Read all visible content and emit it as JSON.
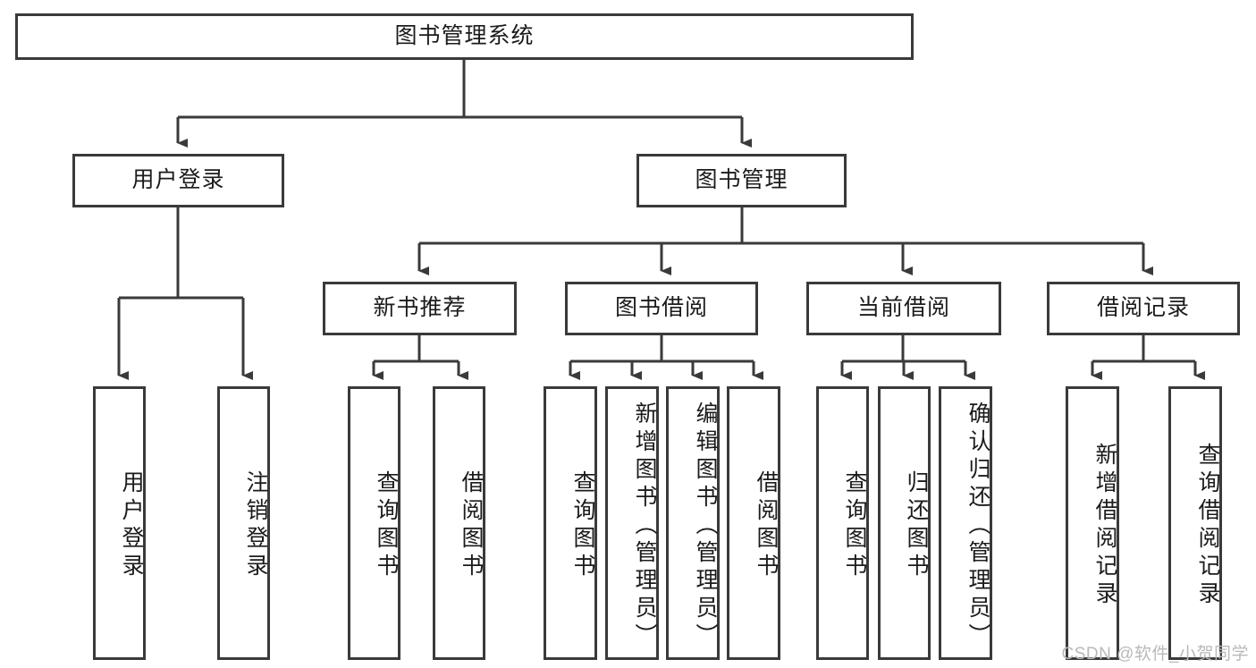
{
  "diagram": {
    "type": "tree-hierarchy",
    "title": "图书管理系统",
    "root": {
      "id": "root",
      "label": "图书管理系统"
    },
    "level2": [
      {
        "id": "user-login",
        "label": "用户登录"
      },
      {
        "id": "book-management",
        "label": "图书管理"
      }
    ],
    "level3": [
      {
        "id": "new-book-recommend",
        "label": "新书推荐",
        "parent": "book-management"
      },
      {
        "id": "book-borrow",
        "label": "图书借阅",
        "parent": "book-management"
      },
      {
        "id": "current-borrow",
        "label": "当前借阅",
        "parent": "book-management"
      },
      {
        "id": "borrow-record",
        "label": "借阅记录",
        "parent": "book-management"
      }
    ],
    "leaves": [
      {
        "id": "leaf-user-login",
        "label": "用户登录",
        "parent": "user-login"
      },
      {
        "id": "leaf-user-logout",
        "label": "注销登录",
        "parent": "user-login"
      },
      {
        "id": "leaf-query-book-1",
        "label": "查询图书",
        "parent": "new-book-recommend"
      },
      {
        "id": "leaf-borrow-book-1",
        "label": "借阅图书",
        "parent": "new-book-recommend"
      },
      {
        "id": "leaf-query-book-2",
        "label": "查询图书",
        "parent": "book-borrow"
      },
      {
        "id": "leaf-add-book",
        "label": "新增图书（管理员）",
        "parent": "book-borrow"
      },
      {
        "id": "leaf-edit-book",
        "label": "编辑图书（管理员）",
        "parent": "book-borrow"
      },
      {
        "id": "leaf-borrow-book-2",
        "label": "借阅图书",
        "parent": "book-borrow"
      },
      {
        "id": "leaf-query-book-3",
        "label": "查询图书",
        "parent": "current-borrow"
      },
      {
        "id": "leaf-return-book",
        "label": "归还图书",
        "parent": "current-borrow"
      },
      {
        "id": "leaf-confirm-return",
        "label": "确认归还（管理员）",
        "parent": "current-borrow"
      },
      {
        "id": "leaf-add-record",
        "label": "新增借阅记录",
        "parent": "borrow-record"
      },
      {
        "id": "leaf-query-record",
        "label": "查询借阅记录",
        "parent": "borrow-record"
      }
    ]
  },
  "watermark": {
    "text": "CSDN @软件_小贺同学"
  },
  "colors": {
    "stroke": "#3a3a3a",
    "text": "#1b1b1b",
    "background": "#ffffff",
    "watermark": "#b9b9b9"
  }
}
